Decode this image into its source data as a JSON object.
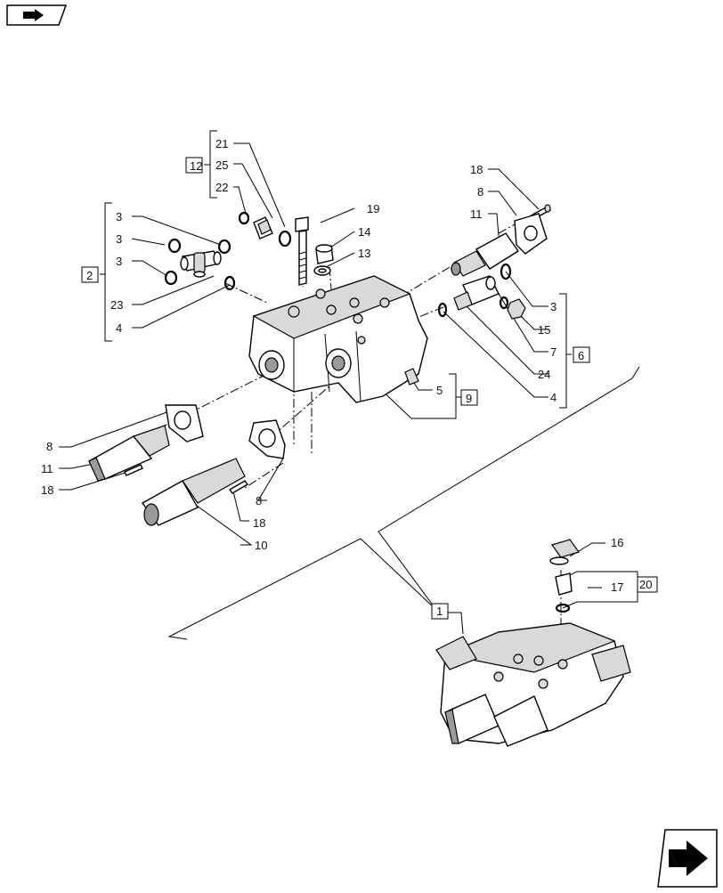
{
  "labels": {
    "l21": "21",
    "l25": "25",
    "l22": "22",
    "l12": "12",
    "l3a": "3",
    "l3b": "3",
    "l3c": "3",
    "l2": "2",
    "l23": "23",
    "l4a": "4",
    "l19": "19",
    "l14": "14",
    "l13": "13",
    "l18a": "18",
    "l8a": "8",
    "l11a": "11",
    "l3d": "3",
    "l15": "15",
    "l7": "7",
    "l6": "6",
    "l24": "24",
    "l4b": "4",
    "l5": "5",
    "l9": "9",
    "l8b": "8",
    "l11b": "11",
    "l18b": "18",
    "l8c": "8",
    "l18c": "18",
    "l10": "10",
    "l16": "16",
    "l20": "20",
    "l17": "17",
    "l1": "1"
  }
}
